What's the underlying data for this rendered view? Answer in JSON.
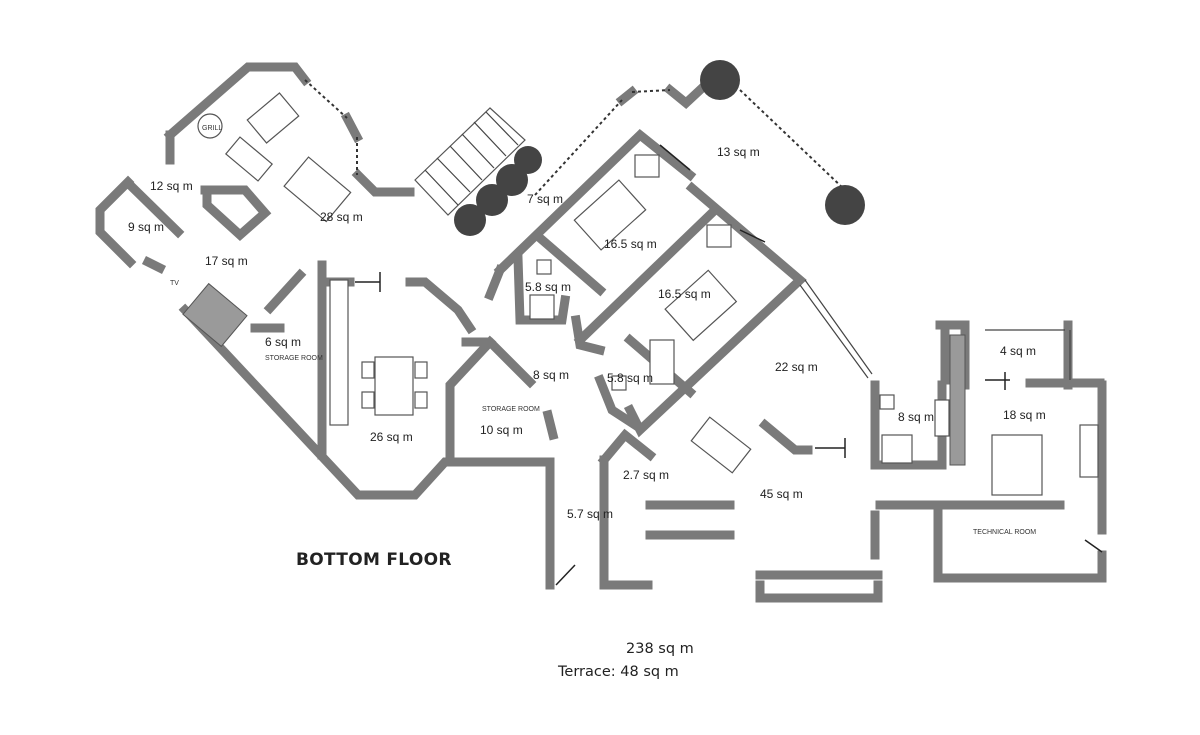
{
  "title": "BOTTOM FLOOR",
  "totals": {
    "area": "238 sq m",
    "terrace": "Terrace: 48 sq m"
  },
  "rooms": {
    "r12": "12 sq m",
    "r9": "9 sq m",
    "r28": "28 sq m",
    "r17": "17 sq m",
    "r6": "6 sq m",
    "r26": "26 sq m",
    "r10": "10 sq m",
    "r7": "7 sq m",
    "r13": "13 sq m",
    "r165a": "16.5 sq m",
    "r58a": "5.8 sq m",
    "r165b": "16.5 sq m",
    "r58b": "5.8 sq m",
    "r8a": "8 sq m",
    "r22": "22 sq m",
    "r27": "2.7 sq m",
    "r57": "5.7 sq m",
    "r45": "45 sq m",
    "r4": "4 sq m",
    "r8b": "8 sq m",
    "r18": "18 sq m"
  },
  "labels": {
    "storage_room_left": "STORAGE ROOM",
    "storage_room_mid": "STORAGE ROOM",
    "technical_room": "TECHNICAL ROOM",
    "tv": "TV",
    "grill": "GRILL"
  }
}
